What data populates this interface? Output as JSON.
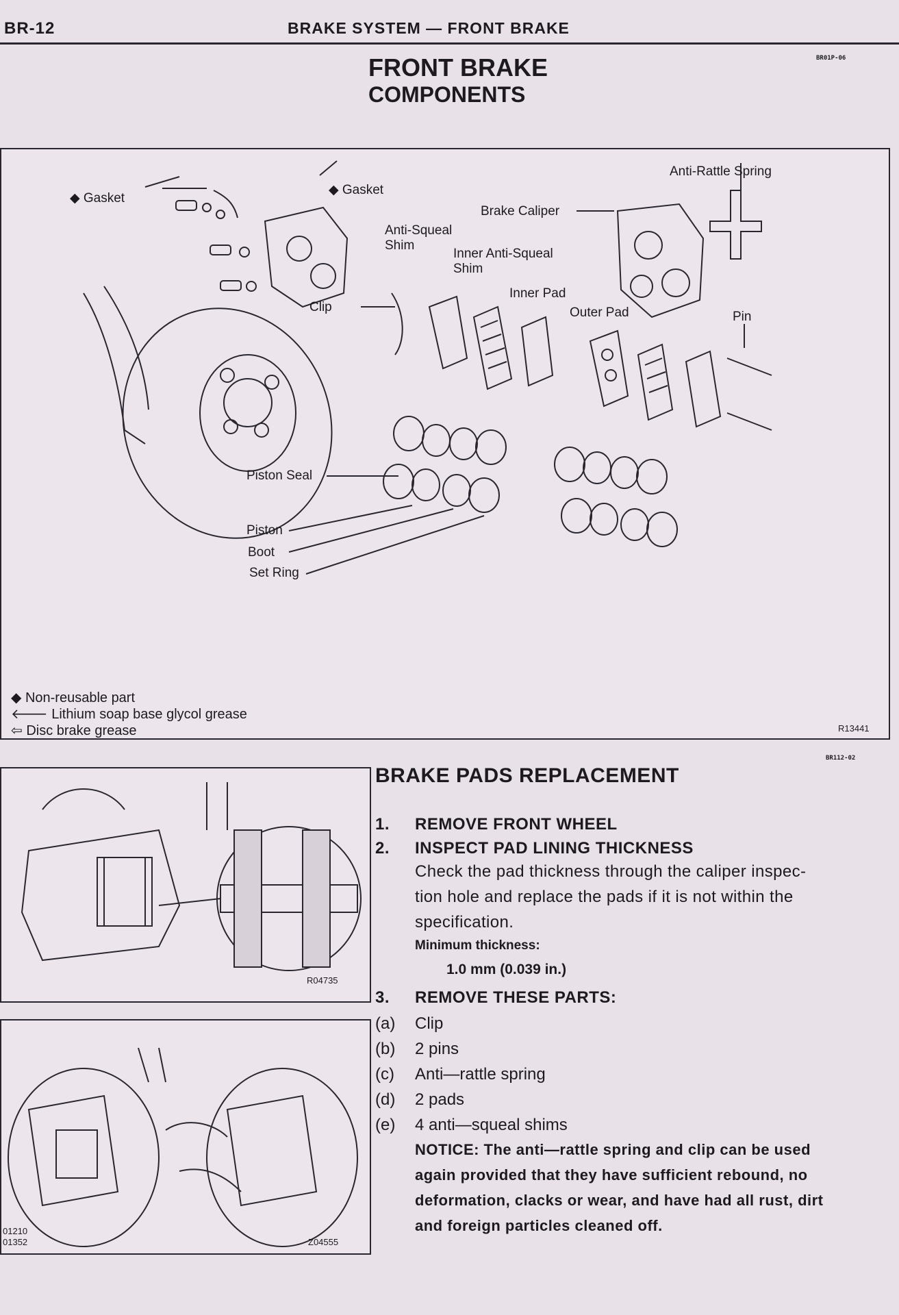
{
  "header": {
    "page_number": "BR-12",
    "section_title": "BRAKE SYSTEM — FRONT BRAKE"
  },
  "components": {
    "title_line1": "FRONT BRAKE",
    "title_line2": "COMPONENTS",
    "ref_code": "BR01P-06",
    "figure_code": "R13441",
    "labels": {
      "gasket_top": "◆ Gasket",
      "gasket_left": "◆ Gasket",
      "anti_rattle_spring": "Anti-Rattle Spring",
      "brake_caliper": "Brake Caliper",
      "anti_squeal_shim": "Anti-Squeal\nShim",
      "inner_anti_squeal_shim": "Inner Anti-Squeal\nShim",
      "inner_pad": "Inner Pad",
      "outer_pad": "Outer Pad",
      "pin": "Pin",
      "clip": "Clip",
      "piston_seal": "Piston Seal",
      "piston": "Piston",
      "boot": "Boot",
      "set_ring": "Set Ring"
    },
    "legend": [
      "◆ Non-reusable part",
      "🡐 Lithium soap base glycol grease",
      "⇦ Disc brake grease"
    ]
  },
  "replacement": {
    "ref_code": "BR112-02",
    "title": "BRAKE PADS REPLACEMENT",
    "steps": [
      {
        "num": "1.",
        "text": "REMOVE FRONT WHEEL"
      },
      {
        "num": "2.",
        "text": "INSPECT PAD LINING THICKNESS"
      },
      {
        "num": "3.",
        "text": "REMOVE THESE PARTS:"
      }
    ],
    "step2_body": [
      "Check the pad thickness through the caliper inspec-",
      "tion hole and replace the pads if it is not within the",
      "specification."
    ],
    "min_label": "Minimum thickness:",
    "min_value": "1.0 mm (0.039 in.)",
    "parts": [
      {
        "letter": "(a)",
        "text": "Clip"
      },
      {
        "letter": "(b)",
        "text": "2 pins"
      },
      {
        "letter": "(c)",
        "text": "Anti—rattle spring"
      },
      {
        "letter": "(d)",
        "text": "2 pads"
      },
      {
        "letter": "(e)",
        "text": "4 anti—squeal shims"
      }
    ],
    "notice": [
      "NOTICE: The anti—rattle spring and clip can be used",
      "again provided that they have sufficient rebound, no",
      "deformation, clacks or wear, and have had all rust, dirt",
      "and foreign particles cleaned off."
    ],
    "fig1_code": "R04735",
    "fig2_code": "Z04555",
    "fig2_left_codes": [
      "01210",
      "01352"
    ]
  }
}
